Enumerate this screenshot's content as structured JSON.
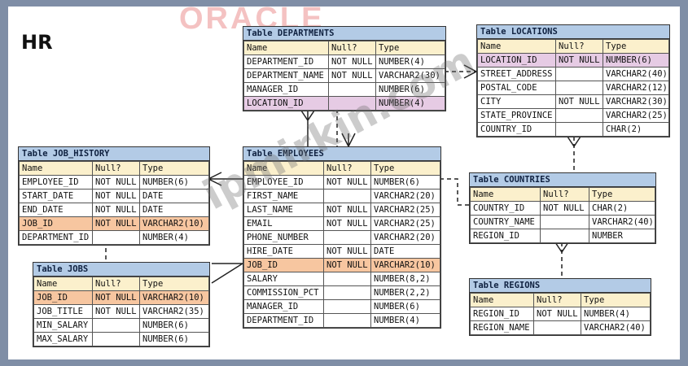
{
  "logo": "ORACLE",
  "schema_label": "HR",
  "watermark": "ipmirkin.com",
  "tables": {
    "departments": {
      "title": "Table DEPARTMENTS",
      "header": [
        "Name",
        "Null?",
        "Type"
      ],
      "rows": [
        [
          "DEPARTMENT_ID",
          "NOT NULL",
          "NUMBER(4)"
        ],
        [
          "DEPARTMENT_NAME",
          "NOT NULL",
          "VARCHAR2(30)"
        ],
        [
          "MANAGER_ID",
          "",
          "NUMBER(6)"
        ],
        [
          "LOCATION_ID",
          "",
          "NUMBER(4)"
        ]
      ],
      "highlight_rows": {
        "3": "fk"
      }
    },
    "locations": {
      "title": "Table LOCATIONS",
      "header": [
        "Name",
        "Null?",
        "Type"
      ],
      "rows": [
        [
          "LOCATION_ID",
          "NOT NULL",
          "NUMBER(6)"
        ],
        [
          "STREET_ADDRESS",
          "",
          "VARCHAR2(40)"
        ],
        [
          "POSTAL_CODE",
          "",
          "VARCHAR2(12)"
        ],
        [
          "CITY",
          "NOT NULL",
          "VARCHAR2(30)"
        ],
        [
          "STATE_PROVINCE",
          "",
          "VARCHAR2(25)"
        ],
        [
          "COUNTRY_ID",
          "",
          "CHAR(2)"
        ]
      ],
      "highlight_rows": {
        "0": "fk"
      }
    },
    "job_history": {
      "title": "Table JOB_HISTORY",
      "header": [
        "Name",
        "Null?",
        "Type"
      ],
      "rows": [
        [
          "EMPLOYEE_ID",
          "NOT NULL",
          "NUMBER(6)"
        ],
        [
          "START_DATE",
          "NOT NULL",
          "DATE"
        ],
        [
          "END_DATE",
          "NOT NULL",
          "DATE"
        ],
        [
          "JOB_ID",
          "NOT NULL",
          "VARCHAR2(10)"
        ],
        [
          "DEPARTMENT_ID",
          "",
          "NUMBER(4)"
        ]
      ],
      "highlight_rows": {
        "3": "jk"
      }
    },
    "employees": {
      "title": "Table EMPLOYEES",
      "header": [
        "Name",
        "Null?",
        "Type"
      ],
      "rows": [
        [
          "EMPLOYEE_ID",
          "NOT NULL",
          "NUMBER(6)"
        ],
        [
          "FIRST_NAME",
          "",
          "VARCHAR2(20)"
        ],
        [
          "LAST_NAME",
          "NOT NULL",
          "VARCHAR2(25)"
        ],
        [
          "EMAIL",
          "NOT NULL",
          "VARCHAR2(25)"
        ],
        [
          "PHONE_NUMBER",
          "",
          "VARCHAR2(20)"
        ],
        [
          "HIRE_DATE",
          "NOT NULL",
          "DATE"
        ],
        [
          "JOB_ID",
          "NOT NULL",
          "VARCHAR2(10)"
        ],
        [
          "SALARY",
          "",
          "NUMBER(8,2)"
        ],
        [
          "COMMISSION_PCT",
          "",
          "NUMBER(2,2)"
        ],
        [
          "MANAGER_ID",
          "",
          "NUMBER(6)"
        ],
        [
          "DEPARTMENT_ID",
          "",
          "NUMBER(4)"
        ]
      ],
      "highlight_rows": {
        "6": "jk"
      }
    },
    "countries": {
      "title": "Table COUNTRIES",
      "header": [
        "Name",
        "Null?",
        "Type"
      ],
      "rows": [
        [
          "COUNTRY_ID",
          "NOT NULL",
          "CHAR(2)"
        ],
        [
          "COUNTRY_NAME",
          "",
          "VARCHAR2(40)"
        ],
        [
          "REGION_ID",
          "",
          "NUMBER"
        ]
      ],
      "highlight_rows": {}
    },
    "jobs": {
      "title": "Table JOBS",
      "header": [
        "Name",
        "Null?",
        "Type"
      ],
      "rows": [
        [
          "JOB_ID",
          "NOT NULL",
          "VARCHAR2(10)"
        ],
        [
          "JOB_TITLE",
          "NOT NULL",
          "VARCHAR2(35)"
        ],
        [
          "MIN_SALARY",
          "",
          "NUMBER(6)"
        ],
        [
          "MAX_SALARY",
          "",
          "NUMBER(6)"
        ]
      ],
      "highlight_rows": {
        "0": "jk"
      }
    },
    "regions": {
      "title": "Table REGIONS",
      "header": [
        "Name",
        "Null?",
        "Type"
      ],
      "rows": [
        [
          "REGION_ID",
          "NOT NULL",
          "NUMBER(4)"
        ],
        [
          "REGION_NAME",
          "",
          "VARCHAR2(40)"
        ]
      ],
      "highlight_rows": {}
    }
  }
}
